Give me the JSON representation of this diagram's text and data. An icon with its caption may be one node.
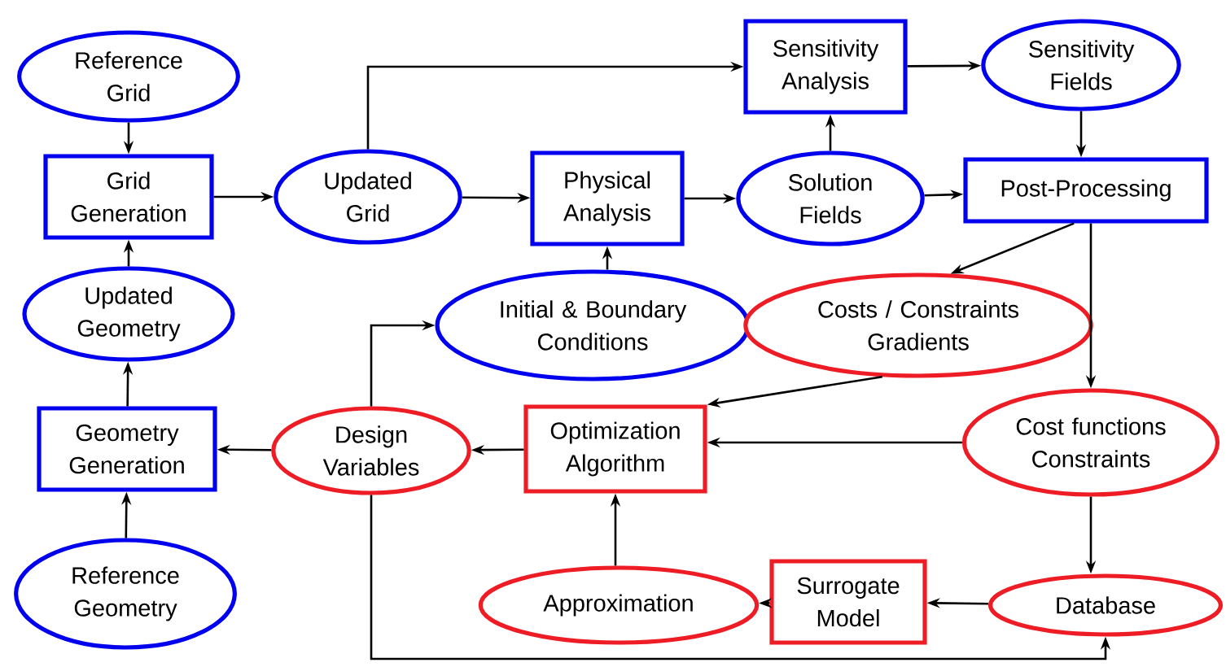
{
  "diagram": {
    "nodes": [
      {
        "text": [
          "Reference Grid"
        ]
      },
      {
        "text": [
          "Grid Generation"
        ]
      },
      {
        "text": [
          "Updated Grid"
        ]
      },
      {
        "text": [
          "Physical Analysis"
        ]
      },
      {
        "text": [
          "Sensitivity Analysis"
        ]
      },
      {
        "text": [
          "Sensitivity Fields"
        ]
      },
      {
        "text": [
          "Solution Fields"
        ]
      },
      {
        "text": [
          "Post-Processing"
        ]
      },
      {
        "text": [
          "Updated Geometry"
        ]
      },
      {
        "text": [
          "Initial & Boundary Conditions"
        ]
      },
      {
        "text": [
          "Costs / Constraints Gradients"
        ]
      },
      {
        "text": [
          "Geometry Generation"
        ]
      },
      {
        "text": [
          "Design Variables"
        ]
      },
      {
        "text": [
          "Optimization Algorithm"
        ]
      },
      {
        "text": [
          "Cost functions Constraints"
        ]
      },
      {
        "text": [
          "Reference Geometry"
        ]
      },
      {
        "text": [
          "Approximation"
        ]
      },
      {
        "text": [
          "Surrogate Model"
        ]
      },
      {
        "text": [
          "Database"
        ]
      }
    ],
    "edges": [
      {
        "from": 0,
        "to": 1,
        "arrow": "to"
      },
      {
        "from": 1,
        "to": 2,
        "arrow": "to"
      },
      {
        "from": 2,
        "to": 3,
        "arrow": "to"
      },
      {
        "from": 2,
        "to": 4,
        "arrow": "to"
      },
      {
        "from": 3,
        "to": 6,
        "arrow": "to"
      },
      {
        "from": 6,
        "to": 4,
        "arrow": "to"
      },
      {
        "from": 4,
        "to": 5,
        "arrow": "to"
      },
      {
        "from": 5,
        "to": 7,
        "arrow": "to"
      },
      {
        "from": 6,
        "to": 7,
        "arrow": "to"
      },
      {
        "from": 7,
        "to": 10,
        "arrow": "to"
      },
      {
        "from": 7,
        "to": 14,
        "arrow": "to"
      },
      {
        "from": 8,
        "to": 1,
        "arrow": "to"
      },
      {
        "from": 11,
        "to": 8,
        "arrow": "to"
      },
      {
        "from": 15,
        "to": 11,
        "arrow": "to"
      },
      {
        "from": 12,
        "to": 11,
        "arrow": "to"
      },
      {
        "from": 13,
        "to": 12,
        "arrow": "to"
      },
      {
        "from": 12,
        "to": 9,
        "arrow": "to"
      },
      {
        "from": 9,
        "to": 3,
        "arrow": "to"
      },
      {
        "from": 10,
        "to": 13,
        "arrow": "to"
      },
      {
        "from": 14,
        "to": 13,
        "arrow": "to"
      },
      {
        "from": 16,
        "to": 13,
        "arrow": "to"
      },
      {
        "from": 14,
        "to": 18,
        "arrow": "to"
      },
      {
        "from": 18,
        "to": 17,
        "arrow": "to"
      },
      {
        "from": 17,
        "to": 16,
        "arrow": "to"
      },
      {
        "from": 12,
        "to": 18,
        "arrow": "to"
      }
    ]
  }
}
